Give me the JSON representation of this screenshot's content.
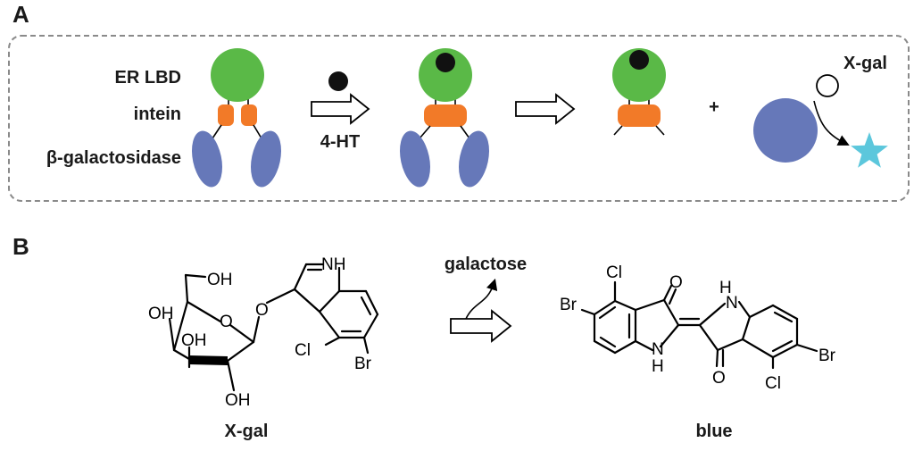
{
  "panel_a": {
    "letter": "A",
    "labels": {
      "er_lbd": "ER LBD",
      "intein": "intein",
      "beta_gal": "β-galactosidase",
      "inducer": "4-HT",
      "plus": "+",
      "substrate": "X-gal"
    },
    "colors": {
      "er_lbd": "#5ab947",
      "intein": "#f27a28",
      "beta_gal": "#6678b9",
      "ligand": "#111111",
      "product_star": "#5cc7dc",
      "box_border": "#8a8a8a"
    }
  },
  "panel_b": {
    "letter": "B",
    "byproduct": "galactose",
    "substrate_name": "X-gal",
    "product_name": "blue",
    "xgal_atoms": {
      "oh_top": "OH",
      "oh_left": "OH",
      "oh_mid": "OH",
      "oh_bottom": "OH",
      "ring_o": "O",
      "glyco_o": "O",
      "nh": "NH",
      "cl": "Cl",
      "br": "Br"
    },
    "indigo_atoms": {
      "cl_top": "Cl",
      "br_left": "Br",
      "o_top": "O",
      "h_mid": "H",
      "n_mid": "N",
      "n_right": "N",
      "h_right": "H",
      "o_bottom": "O",
      "br_right": "Br",
      "cl_bottom": "Cl"
    }
  }
}
